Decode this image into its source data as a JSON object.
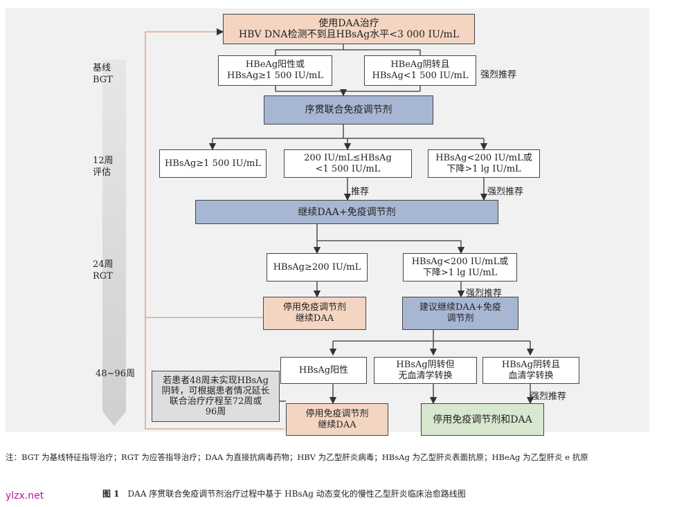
{
  "stages": {
    "baseline": "基线\nBGT",
    "week12": "12周\n评估",
    "week24": "24周\nRGT",
    "week48_96": "48~96周"
  },
  "boxes": {
    "start": "使用DAA治疗\nHBV DNA检测不到且HBsAg水平<3 000 IU/mL",
    "heag_pos": "HBeAg阳性或\nHBsAg≥1 500 IU/mL",
    "heag_neg": "HBeAg阴转且\nHBsAg<1 500 IU/mL",
    "seq_combo": "序贯联合免疫调节剂",
    "w12_high": "HBsAg≥1 500 IU/mL",
    "w12_mid": "200 IU/mL≤HBsAg\n<1 500 IU/mL",
    "w12_low": "HBsAg<200 IU/mL或\n下降>1 lg IU/mL",
    "continue_daa": "继续DAA+免疫调节剂",
    "w24_high": "HBsAg≥200 IU/mL",
    "w24_low": "HBsAg<200 IU/mL或\n下降>1 lg IU/mL",
    "stop_immune_1": "停用免疫调节剂\n继续DAA",
    "suggest_continue": "建议继续DAA+免疫\n调节剂",
    "w48_pos": "HBsAg阳性",
    "w48_neg_noconv": "HBsAg阴转但\n无血清学转换",
    "w48_neg_conv": "HBsAg阴转且\n血清学转换",
    "extend_note": "若患者48周未实现HBsAg\n阴转，可根据患者情况延长\n联合治疗疗程至72周或\n96周",
    "stop_immune_2": "停用免疫调节剂\n继续DAA",
    "stop_all": "停用免疫调节剂和DAA"
  },
  "labels": {
    "strong1": "强烈推荐",
    "recommend": "推荐",
    "strong2": "强烈推荐",
    "strong3": "强烈推荐",
    "strong4": "强烈推荐"
  },
  "note": "注：BGT 为基线特征指导治疗；RGT 为应答指导治疗；DAA 为直接抗病毒药物；HBV 为乙型肝炎病毒；HBsAg 为乙型肝炎表面抗原；HBeAg 为乙型肝炎 e 抗原",
  "caption": {
    "number": "图 1",
    "text": "DAA 序贯联合免疫调节剂治疗过程中基于 HBsAg 动态变化的慢性乙型肝炎临床治愈路线图"
  },
  "watermark": "ylzx.net",
  "colors": {
    "blue": "#a7b6d3",
    "peach": "#f3d5c2",
    "green": "#d8e7cf",
    "feedback_line": "#d99a7a"
  }
}
